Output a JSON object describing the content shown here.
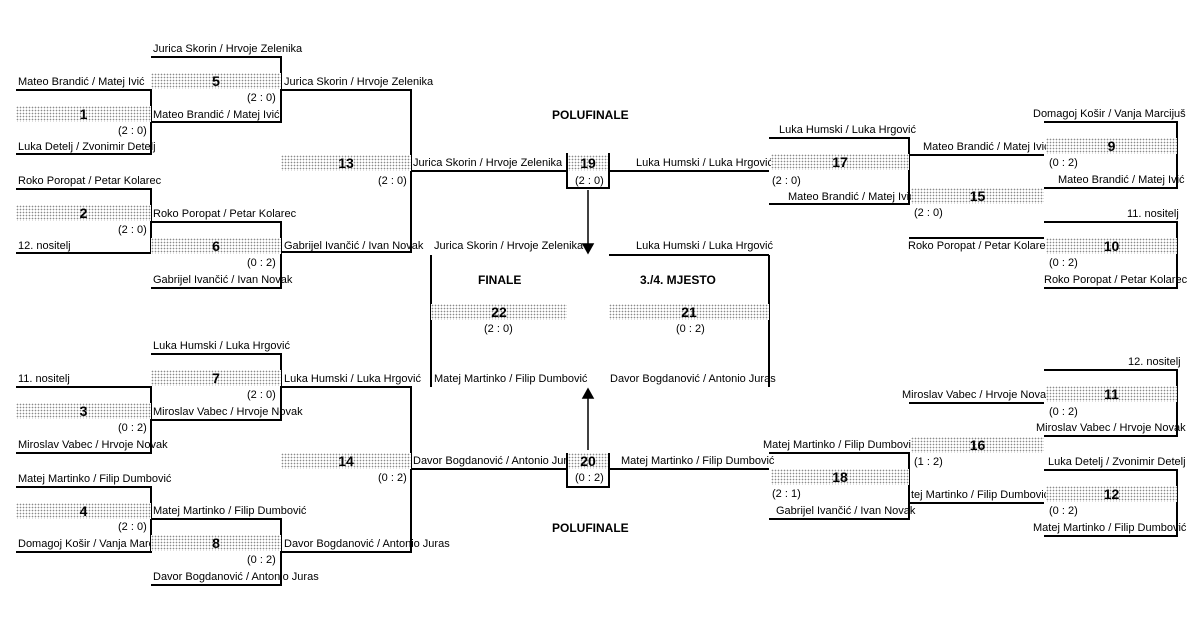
{
  "headings": {
    "semifinal": "POLUFINALE",
    "final": "FINALE",
    "third_place": "3./4. MJESTO"
  },
  "matches": [
    {
      "no": "1",
      "top": "Mateo Brandić / Matej Ivić",
      "bottom": "Luka Detelj / Zvonimir Detelj",
      "score": "(2 : 0)"
    },
    {
      "no": "2",
      "top": "Roko Poropat / Petar Kolarec",
      "bottom": "12. nositelj",
      "score": "(2 : 0)"
    },
    {
      "no": "3",
      "top": "11. nositelj",
      "bottom": "Miroslav Vabec / Hrvoje Novak",
      "score": "(0 : 2)"
    },
    {
      "no": "4",
      "top": "Matej Martinko / Filip Dumbović",
      "bottom": "Domagoj Košir / Vanja Marcij",
      "score": "(2 : 0)"
    },
    {
      "no": "5",
      "top": "Jurica Skorin / Hrvoje Zelenika",
      "bottom": "Mateo Brandić / Matej Ivić",
      "score": "(2 : 0)",
      "winner": "Jurica Skorin / Hrvoje Zelenika"
    },
    {
      "no": "6",
      "top": "Roko Poropat / Petar Kolarec",
      "bottom": "Gabrijel Ivančić / Ivan Novak",
      "score": "(0 : 2)",
      "winner": "Gabrijel Ivančić / Ivan Novak"
    },
    {
      "no": "7",
      "top": "Luka Humski / Luka Hrgović",
      "bottom": "Miroslav Vabec / Hrvoje Novak",
      "score": "(2 : 0)",
      "winner": "Luka Humski / Luka Hrgović"
    },
    {
      "no": "8",
      "top": "Matej Martinko / Filip Dumbović",
      "bottom": "Davor Bogdanović / Antonio Juras",
      "score": "(0 : 2)",
      "winner": "Davor Bogdanović / Antonio Juras"
    },
    {
      "no": "9",
      "top": "Domagoj Košir / Vanja Marcijuš",
      "bottom": "Mateo Brandić / Matej Ivić",
      "score": "(0 : 2)"
    },
    {
      "no": "10",
      "top": "11. nositelj",
      "bottom": "Roko Poropat / Petar Kolarec",
      "score": "(0 : 2)"
    },
    {
      "no": "11",
      "top": "12. nositelj",
      "bottom": "Miroslav Vabec / Hrvoje Novak",
      "score": "(0 : 2)"
    },
    {
      "no": "12",
      "top": "Luka Detelj / Zvonimir Detelj",
      "bottom": "Matej Martinko / Filip Dumbović",
      "score": "(0 : 2)"
    },
    {
      "no": "13",
      "winner": "Jurica Skorin / Hrvoje Zelenika",
      "score": "(2 : 0)"
    },
    {
      "no": "14",
      "winner": "Davor Bogdanović / Antonio Jura",
      "score": "(0 : 2)"
    },
    {
      "no": "15",
      "top": "Mateo Brandić / Matej Ivić",
      "bottom": "Roko Poropat / Petar Kolarec",
      "score": "(2 : 0)"
    },
    {
      "no": "16",
      "top": "Miroslav Vabec / Hrvoje Novak",
      "bottom": "tej Martinko / Filip Dumbović",
      "score": "(1 : 2)"
    },
    {
      "no": "17",
      "top": "Luka Humski / Luka Hrgović",
      "bottom": "Mateo Brandić / Matej Ivić",
      "score": "(2 : 0)"
    },
    {
      "no": "18",
      "top": "Matej Martinko / Filip Dumbović",
      "bottom": "Gabrijel Ivančić / Ivan Novak",
      "score": "(2 : 1)"
    },
    {
      "no": "19",
      "left": "Jurica Skorin / Hrvoje Zelenika",
      "right": "Luka Humski / Luka Hrgović",
      "score": "(2 : 0)"
    },
    {
      "no": "20",
      "left": "Davor Bogdanović / Antonio Jura",
      "right": "Matej Martinko / Filip Dumbović",
      "score": "(0 : 2)"
    },
    {
      "no": "22",
      "top": "Jurica Skorin / Hrvoje Zelenika",
      "bottom": "Matej Martinko / Filip Dumbović",
      "score": "(2 : 0)"
    },
    {
      "no": "21",
      "top": "Luka Humski / Luka Hrgović",
      "bottom": "Davor Bogdanović / Antonio Juras",
      "score": "(0 : 2)"
    }
  ]
}
